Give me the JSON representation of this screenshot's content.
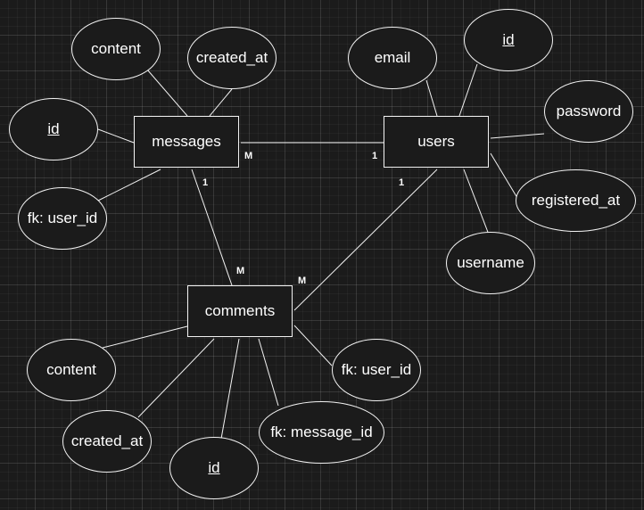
{
  "entities": {
    "messages": "messages",
    "users": "users",
    "comments": "comments"
  },
  "attributes": {
    "messages_content": "content",
    "messages_created_at": "created_at",
    "messages_id": "id",
    "messages_fk_user_id": "fk: user_id",
    "users_email": "email",
    "users_id": "id",
    "users_password": "password",
    "users_registered_at": "registered_at",
    "users_username": "username",
    "comments_content": "content",
    "comments_created_at": "created_at",
    "comments_id": "id",
    "comments_fk_message_id": "fk: message_id",
    "comments_fk_user_id": "fk: user_id"
  },
  "cardinalities": {
    "messages_users_m": "M",
    "messages_users_1": "1",
    "messages_comments_1": "1",
    "messages_comments_m": "M",
    "users_comments_1": "1",
    "users_comments_m": "M"
  },
  "colors": {
    "background": "#1b1b1b",
    "stroke": "#f2f2f2",
    "text": "#ffffff"
  }
}
